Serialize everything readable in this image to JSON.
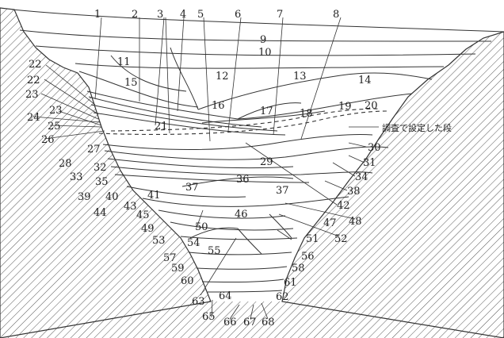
{
  "note": "調査で設定した段",
  "labels": [
    "1",
    "2",
    "3",
    "4",
    "5",
    "6",
    "7",
    "8",
    "9",
    "10",
    "11",
    "12",
    "13",
    "14",
    "15",
    "16",
    "17",
    "18",
    "19",
    "20",
    "21",
    "22",
    "22",
    "23",
    "23",
    "24",
    "25",
    "26",
    "27",
    "28",
    "29",
    "30",
    "31",
    "32",
    "33",
    "34",
    "35",
    "36",
    "37",
    "37",
    "38",
    "39",
    "40",
    "41",
    "42",
    "43",
    "44",
    "45",
    "46",
    "47",
    "48",
    "49",
    "50",
    "51",
    "52",
    "53",
    "54",
    "55",
    "56",
    "57",
    "58",
    "59",
    "60",
    "61",
    "62",
    "63",
    "64",
    "65",
    "66",
    "67",
    "68"
  ]
}
